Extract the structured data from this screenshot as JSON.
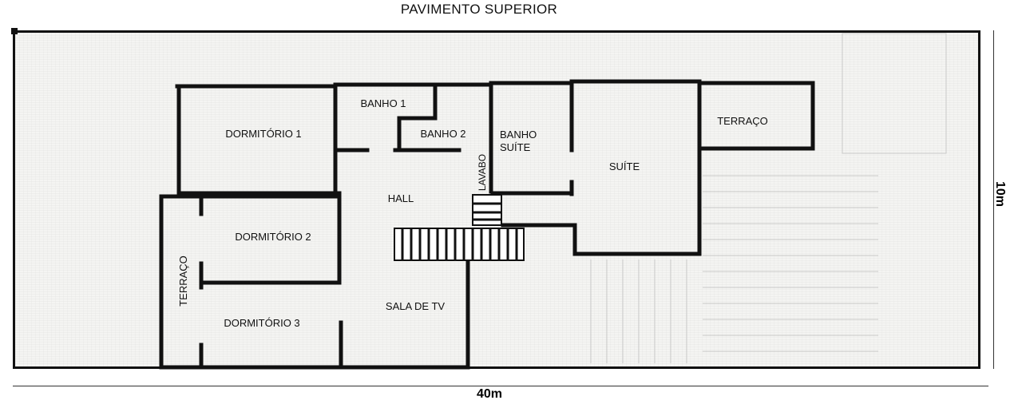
{
  "title": "PAVIMENTO SUPERIOR",
  "rooms": {
    "dormitorio1": "DORMITÓRIO 1",
    "dormitorio2": "DORMITÓRIO 2",
    "dormitorio3": "DORMITÓRIO 3",
    "banho1": "BANHO 1",
    "banho2": "BANHO 2",
    "banho_suite": "BANHO\nSUÍTE",
    "lavabo": "LAVABO",
    "hall": "HALL",
    "sala_tv": "SALA DE TV",
    "suite": "SUÍTE",
    "terraco_right": "TERRAÇO",
    "terraco_left": "TERRAÇO"
  },
  "dimensions": {
    "width": "40m",
    "height": "10m"
  }
}
